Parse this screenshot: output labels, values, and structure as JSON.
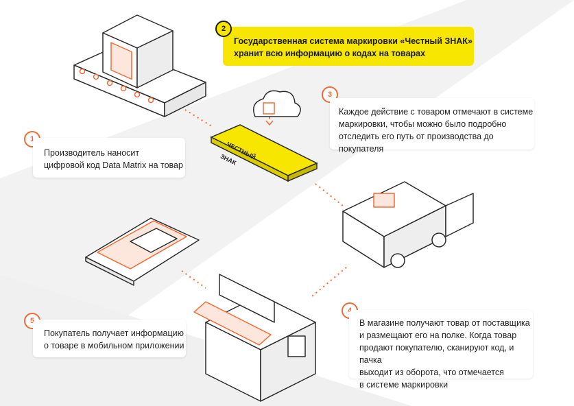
{
  "steps": [
    {
      "number": "1",
      "text": "Производитель наносит\nцифровой код Data Matrix на товар"
    },
    {
      "number": "2",
      "text": "Государственная система маркировки «Честный ЗНАК»\nхранит всю информацию о кодах на товарах"
    },
    {
      "number": "3",
      "text": "Каждое действие с товаром отмечают в системе\nмаркировки, чтобы можно было подробно\nотследить его путь от производства до покупателя"
    },
    {
      "number": "4",
      "text": "В магазине получают товар от поставщика\nи размещают его на полке. Когда товар\nпродают покупателю, сканируют код, и пачка\nвыходит из оборота, что отмечается\nв системе маркировки"
    },
    {
      "number": "5",
      "text": "Покупатель получает информацию\nо товаре в мобильном приложении"
    }
  ],
  "device": {
    "brand_line1": "ЧЕСТНЫЙ",
    "brand_line2": "ЗНАК"
  },
  "colors": {
    "accent": "#f06a35",
    "yellow": "#f6e600",
    "outline": "#2b2b2b"
  },
  "icons": [
    "conveyor-box-icon",
    "cloud-qr-icon",
    "scanner-device-icon",
    "truck-icon",
    "shop-icon",
    "phone-qr-icon"
  ]
}
